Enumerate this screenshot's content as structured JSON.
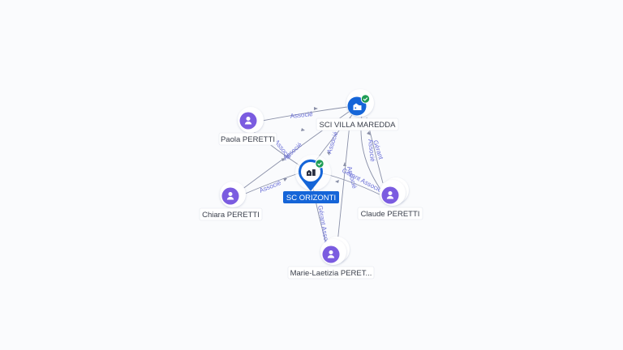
{
  "nodes": {
    "sc_orizonti": {
      "label": "SC ORIZONTI",
      "icon": "building-icon",
      "verified": true
    },
    "sci_villa_maredda": {
      "label": "SCI VILLA MAREDDA",
      "icon": "building-icon",
      "verified": true
    },
    "paola_peretti": {
      "label": "Paola PERETTI",
      "icon": "person-icon"
    },
    "chiara_peretti": {
      "label": "Chiara PERETTI",
      "icon": "person-icon"
    },
    "claude_peretti": {
      "label": "Claude PERETTI",
      "icon": "person-icon"
    },
    "marie_laetizia_peretti": {
      "label": "Marie-Laetizia PERET...",
      "icon": "person-icon"
    }
  },
  "edges": {
    "paola_to_villa": "Associé",
    "paola_to_orizonti": "Associé",
    "chiara_to_orizonti": "Associé",
    "chiara_to_villa": "Associé",
    "orizonti_to_villa": "Associé",
    "claude_to_villa_gerant": "Gérant",
    "claude_to_villa_associe": "Associé",
    "claude_to_orizonti": "Gérant Associé",
    "marie_to_orizonti": "Gérant Associé",
    "marie_to_villa": "Associé"
  },
  "colors": {
    "main_node": "#1565d8",
    "person_node": "#7b5ce0",
    "verified": "#1f9d55",
    "edge": "#8a90a8",
    "edge_label": "#6a6fd8"
  }
}
